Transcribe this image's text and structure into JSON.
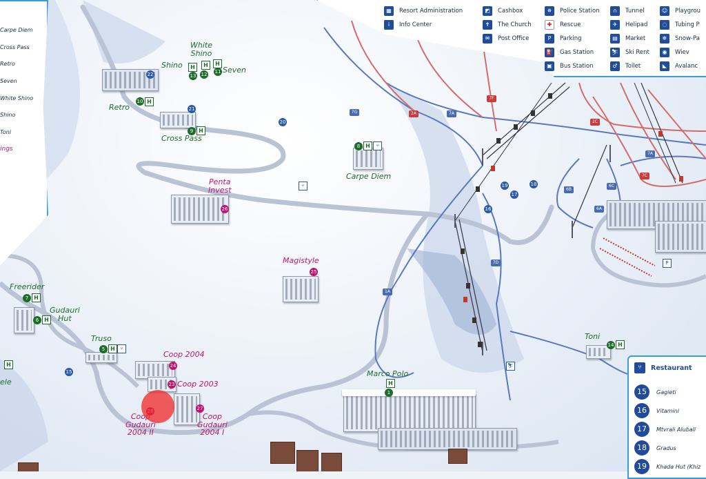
{
  "legend_top": {
    "items": [
      {
        "icon": "resort-admin-icon",
        "glyph": "▦",
        "label": "Resort Administration"
      },
      {
        "icon": "info-icon",
        "glyph": "i",
        "label": "Info Center"
      },
      {
        "icon": "cashbox-icon",
        "glyph": "◩",
        "label": "Cashbox"
      },
      {
        "icon": "church-icon",
        "glyph": "✝",
        "label": "The Church"
      },
      {
        "icon": "post-office-icon",
        "glyph": "✉",
        "label": "Post Office"
      },
      {
        "icon": "police-icon",
        "glyph": "✵",
        "label": "Police Station"
      },
      {
        "icon": "rescue-icon",
        "glyph": "✚",
        "label": "Rescue"
      },
      {
        "icon": "parking-icon",
        "glyph": "P",
        "label": "Parking"
      },
      {
        "icon": "gas-station-icon",
        "glyph": "⛽",
        "label": "Gas Station"
      },
      {
        "icon": "bus-icon",
        "glyph": "▣",
        "label": "Bus Station"
      },
      {
        "icon": "tunnel-icon",
        "glyph": "∩",
        "label": "Tunnel"
      },
      {
        "icon": "helipad-icon",
        "glyph": "✈",
        "label": "Helipad"
      },
      {
        "icon": "market-icon",
        "glyph": "▤",
        "label": "Market"
      },
      {
        "icon": "ski-rent-icon",
        "glyph": "⛷",
        "label": "Ski Rent"
      },
      {
        "icon": "toilet-icon",
        "glyph": "♂",
        "label": "Toilet"
      },
      {
        "icon": "playground-icon",
        "glyph": "☺",
        "label": "Playgrou"
      },
      {
        "icon": "tubing-icon",
        "glyph": "◌",
        "label": "Tubing P"
      },
      {
        "icon": "snow-park-icon",
        "glyph": "❄",
        "label": "Snow-Pa"
      },
      {
        "icon": "view-icon",
        "glyph": "◉",
        "label": "Wiev"
      },
      {
        "icon": "avalanche-icon",
        "glyph": "◣",
        "label": "Avalanc"
      }
    ]
  },
  "legend_left": {
    "items": [
      "Carpe Diem",
      "Cross Pass",
      "Retro",
      "Seven",
      "White Shino",
      "Shino",
      "Toni"
    ],
    "heading_fragment": "ings"
  },
  "legend_restaurant": {
    "title": "Restaurant",
    "icon": "restaurant-icon",
    "items": [
      {
        "num": "15",
        "name": "Gagieti"
      },
      {
        "num": "16",
        "name": "Vitamini"
      },
      {
        "num": "17",
        "name": "Mtvrali Alubali"
      },
      {
        "num": "18",
        "name": "Gradus"
      },
      {
        "num": "19",
        "name": "Khada Hut (Khiz"
      }
    ]
  },
  "hotels": {
    "white_shino": "White\nShino",
    "shino": "Shino",
    "seven": "Seven",
    "retro": "Retro",
    "cross_pass": "Cross Pass",
    "carpe_diem": "Carpe Diem",
    "penta_invest": "Penta\nInvest",
    "magistyle": "Magistyle",
    "freerider": "Freerider",
    "gudauri_hut": "Gudauri\nHut",
    "truso": "Truso",
    "coop_2004": "Coop 2004",
    "coop_2003": "Coop 2003",
    "coop_2004_ii": "Coop\nGudauri\n2004 II",
    "coop_2004_i": "Coop\nGudauri\n2004 I",
    "marco_polo": "Marco Polo",
    "toni": "Toni",
    "partial_ele": "ele"
  },
  "badges": {
    "shino": "13",
    "white_shino": "12",
    "seven": "11",
    "retro": "10",
    "cross_pass": "9",
    "carpe_diem": "8",
    "freerider": "7",
    "gudauri_hut": "6",
    "truso": "5",
    "toni": "14",
    "marco_polo": "1",
    "penta": "26",
    "magistyle": "25",
    "coop2004": "24",
    "coop2003": "23",
    "coop2004ii": "28",
    "coop2004i": "27",
    "r15": "15",
    "r16": "16",
    "r17": "17",
    "r18": "18",
    "r19": "19",
    "r20": "20",
    "r21": "21",
    "r22": "22"
  },
  "lifts": [
    "7G",
    "2A",
    "7A",
    "7F",
    "2C",
    "7C",
    "6B",
    "6C",
    "7A",
    "6A",
    "1A",
    "7D"
  ],
  "colors": {
    "hotel_green": "#1f6b2a",
    "hotel_magenta": "#c0136e",
    "legend_border": "#3a9bd8",
    "icon_blue": "#1f4d9c",
    "hotspot": "#f02828"
  }
}
